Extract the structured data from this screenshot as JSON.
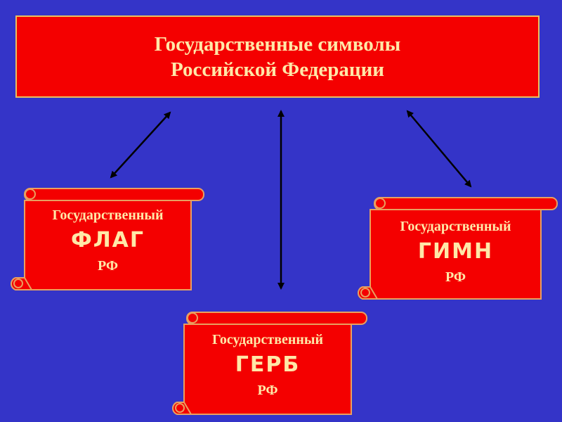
{
  "title": {
    "line1": "Государственные символы",
    "line2": "Российской Федерации"
  },
  "symbols": [
    {
      "prefix": "Государственный",
      "name": "ФЛАГ",
      "suffix": "РФ"
    },
    {
      "prefix": "Государственный",
      "name": "ГЕРБ",
      "suffix": "РФ"
    },
    {
      "prefix": "Государственный",
      "name": "ГИМН",
      "suffix": "РФ"
    }
  ],
  "colors": {
    "background": "#3434c8",
    "red": "#f40000",
    "text": "#ffe8a8",
    "border": "#e8c060"
  }
}
